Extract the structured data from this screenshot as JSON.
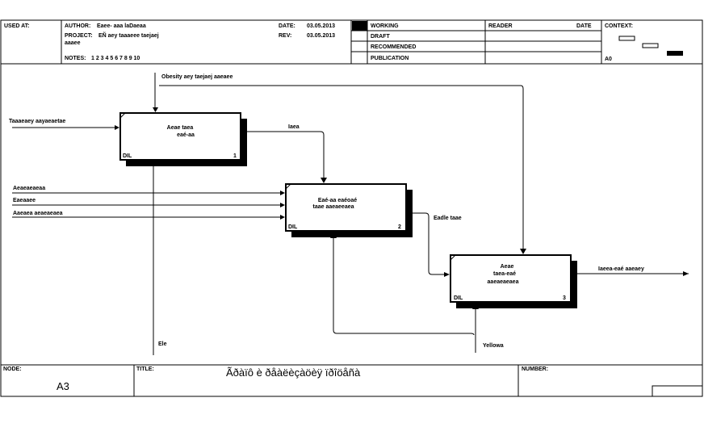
{
  "header": {
    "used_at_label": "USED AT:",
    "author_label": "AUTHOR:",
    "author_value": "Eaee- aaa laDaeaa",
    "project_label": "PROJECT:",
    "project_value_line1": "EÑ aey taaaeee taejaej",
    "project_value_line2": "aaaee",
    "notes_label": "NOTES:",
    "notes_value": "1 2 3 4 5 6 7 8 9 10",
    "date_label": "DATE:",
    "date_value": "03.05.2013",
    "rev_label": "REV:",
    "rev_value": "03.05.2013",
    "status": [
      "WORKING",
      "DRAFT",
      "RECOMMENDED",
      "PUBLICATION"
    ],
    "reader_label": "READER",
    "reader_date_label": "DATE",
    "context_label": "CONTEXT:",
    "context_node": "A0"
  },
  "diagram": {
    "boxes": [
      {
        "line1": "Aeae taea",
        "line2": "eaé-aa",
        "owner": "DIL",
        "number": "1"
      },
      {
        "line1": "Eaé-aa eaéoaé",
        "line2": "taae aaeaeeaea",
        "owner": "DIL",
        "number": "2"
      },
      {
        "line1": "Aeae",
        "line2": "taea-eaé",
        "line3": "aaeaeaeaea",
        "owner": "DIL",
        "number": "3"
      }
    ],
    "arrows": {
      "control_top": "Obesity aey taejaej aaeaee",
      "input_box1": "Taaaeaey aayaeaetae",
      "box1_output": "Iaea",
      "input_box2_a": "Aeaeaeaeaa",
      "input_box2_b": "Eaeaaee",
      "input_box2_c": "Aaeaea aeaeaeaea",
      "mechanism_box1": "Ele",
      "box2_output": "Eadle taae",
      "box3_output": "Iaeea-eaé aaeaey",
      "mechanism_box3": "Yellowa"
    }
  },
  "footer": {
    "node_label": "NODE:",
    "node_value": "A3",
    "title_label": "TITLE:",
    "title_value": "Ãðàïô è ðåàëèçàöèÿ ïðîöåñà",
    "number_label": "NUMBER:"
  }
}
